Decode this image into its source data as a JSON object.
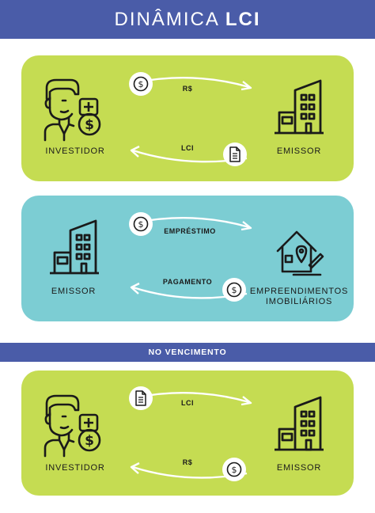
{
  "header": {
    "title_light": "DINÂMICA",
    "title_bold": "LCI"
  },
  "panel1": {
    "left_label": "INVESTIDOR",
    "right_label": "EMISSOR",
    "top_arrow_label": "R$",
    "bottom_arrow_label": "LCI",
    "top_icon": "dollar-coin-icon",
    "bottom_icon": "document-icon"
  },
  "panel2": {
    "left_label": "EMISSOR",
    "right_label": "EMPREENDIMENTOS\nIMOBILIÁRIOS",
    "top_arrow_label": "EMPRÉSTIMO",
    "bottom_arrow_label": "PAGAMENTO",
    "top_icon": "dollar-coin-icon",
    "bottom_icon": "dollar-coin-icon"
  },
  "divider": {
    "label": "NO VENCIMENTO"
  },
  "panel3": {
    "left_label": "INVESTIDOR",
    "right_label": "EMISSOR",
    "top_arrow_label": "LCI",
    "bottom_arrow_label": "R$",
    "top_icon": "document-icon",
    "bottom_icon": "dollar-coin-icon"
  },
  "colors": {
    "header_blue": "#4a5ca8",
    "panel_green": "#c5dc52",
    "panel_teal": "#7ccdd3",
    "icon_stroke": "#1a1a1a"
  }
}
